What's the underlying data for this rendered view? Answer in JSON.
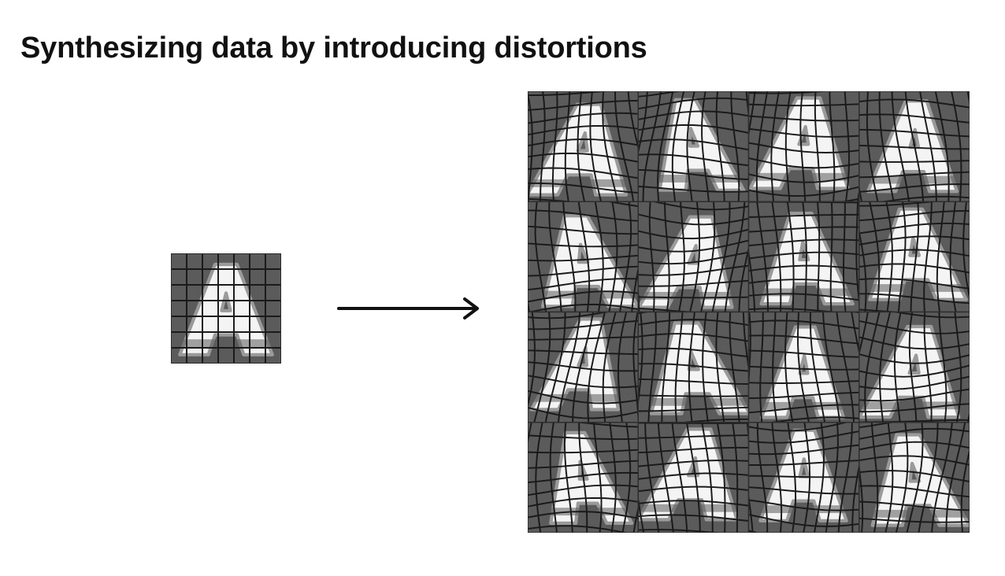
{
  "slide": {
    "title": "Synthesizing data by introducing distortions"
  },
  "original_image": {
    "letter": "A",
    "grid_cells": 7,
    "icon": "distorted-letter-a"
  },
  "arrow": {
    "icon": "right-arrow-icon",
    "color": "#111111"
  },
  "distorted_images": {
    "rows": 4,
    "columns": 4,
    "letter": "A",
    "colors": {
      "background": "#5b5b5b",
      "letter": "#f4f4f4",
      "grid_lines": "#1a1a1a"
    }
  }
}
